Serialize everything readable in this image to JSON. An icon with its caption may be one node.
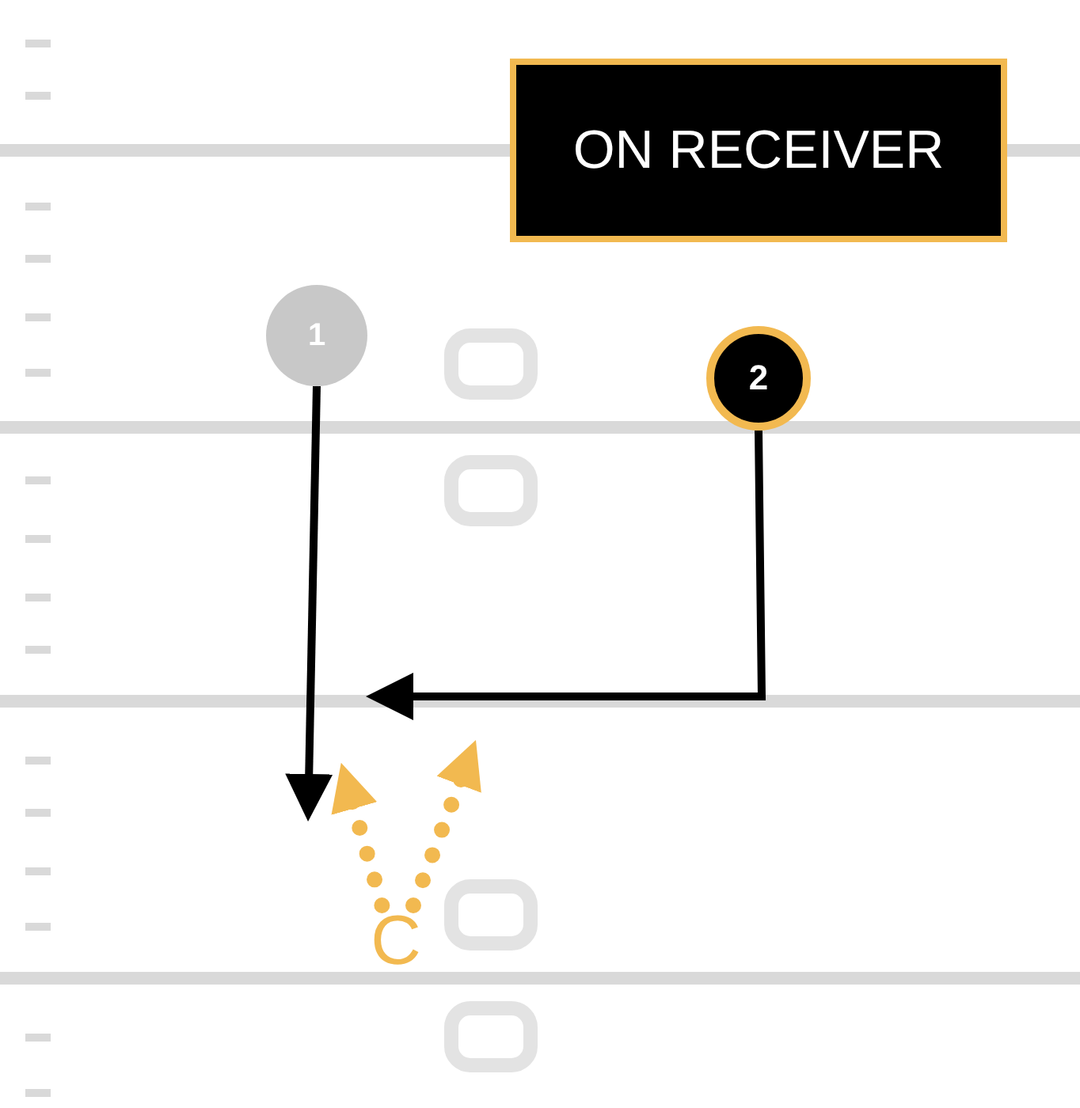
{
  "diagram": {
    "nodes": [
      {
        "text": [
          "ON RECEIVER"
        ]
      },
      {
        "text": [
          "1"
        ]
      },
      {
        "text": [
          "2"
        ]
      },
      {
        "text": [
          "C"
        ]
      }
    ],
    "edges": [
      {
        "from": 1,
        "to": null,
        "arrow": "to"
      },
      {
        "from": 2,
        "to": null,
        "arrow": "to"
      },
      {
        "from": 3,
        "to": null,
        "arrow": "to",
        "style": "dashed",
        "color": "#f2b950"
      },
      {
        "from": 3,
        "to": null,
        "arrow": "to",
        "style": "dashed",
        "color": "#f2b950"
      }
    ]
  }
}
